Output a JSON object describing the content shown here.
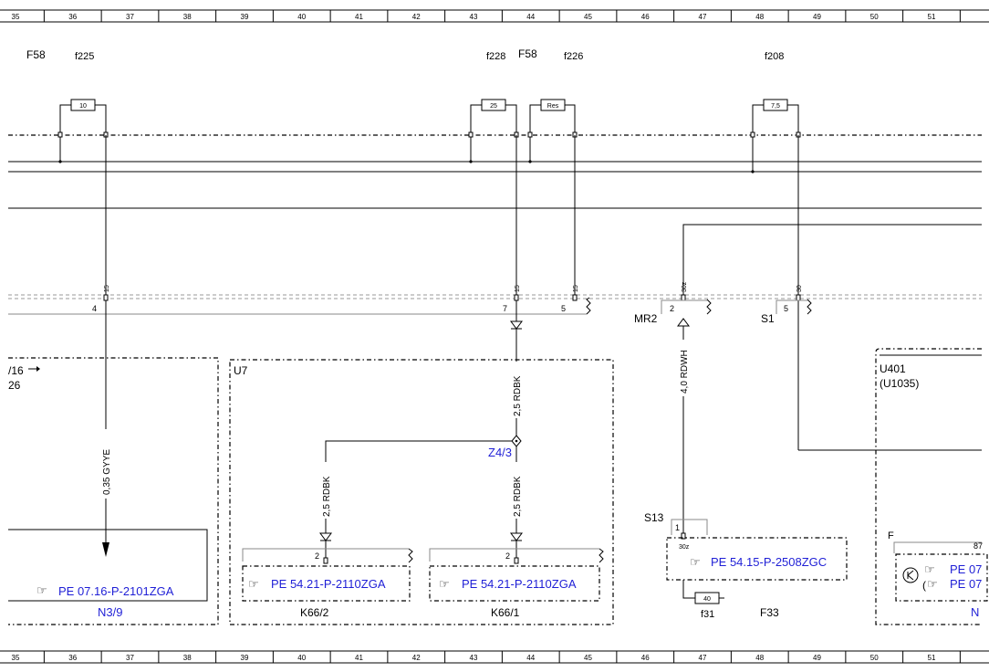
{
  "ruler": {
    "columns": [
      "35",
      "36",
      "37",
      "38",
      "39",
      "40",
      "41",
      "42",
      "43",
      "44",
      "45",
      "46",
      "47",
      "48",
      "49",
      "50",
      "51"
    ]
  },
  "fuses": {
    "f225": {
      "ref": "f225",
      "group": "F58",
      "rating": "10",
      "terminal": "15",
      "pin": "4",
      "wire": "0,35 GYYE"
    },
    "f228": {
      "ref": "f228",
      "group": "F58",
      "rating": "25",
      "terminal": "15",
      "pin": "7",
      "wire": "2,5 RDBK"
    },
    "f226": {
      "ref": "f226",
      "rating": "Res",
      "terminal": "15",
      "pin": "5"
    },
    "f208": {
      "ref": "f208",
      "rating": "7,5",
      "terminal": "30",
      "pin": "5",
      "connector": "S1"
    }
  },
  "mr2": {
    "label": "MR2",
    "terminal": "30z",
    "pin": "2",
    "wire": "4,0 RDWH"
  },
  "s13": {
    "label": "S13",
    "pin": "1",
    "terminal": "30z"
  },
  "f33": {
    "label": "F33",
    "fuse": "f31",
    "rating": "40"
  },
  "left_block": {
    "title_a": "/16",
    "title_b": "26",
    "link": "PE 07.16-P-2101ZGA",
    "name": "N3/9"
  },
  "u7": {
    "title": "U7",
    "splice": "Z4/3",
    "wire_a": "2,5 RDBK",
    "wire_b": "2,5 RDBK",
    "k66_2": {
      "name": "K66/2",
      "pin": "2",
      "link": "PE 54.21-P-2110ZGA"
    },
    "k66_1": {
      "name": "K66/1",
      "pin": "2",
      "link": "PE 54.21-P-2110ZGA"
    }
  },
  "s13_link": "PE 54.15-P-2508ZGC",
  "u401": {
    "title": "U401",
    "sub": "(U1035)",
    "connector": "F",
    "pin": "87",
    "link_a": "PE 07",
    "link_b": "PE 07",
    "name_frag": "N"
  },
  "colors": {
    "link": "#1f1fd6",
    "line": "#000000",
    "gray": "#8a8a8a"
  }
}
